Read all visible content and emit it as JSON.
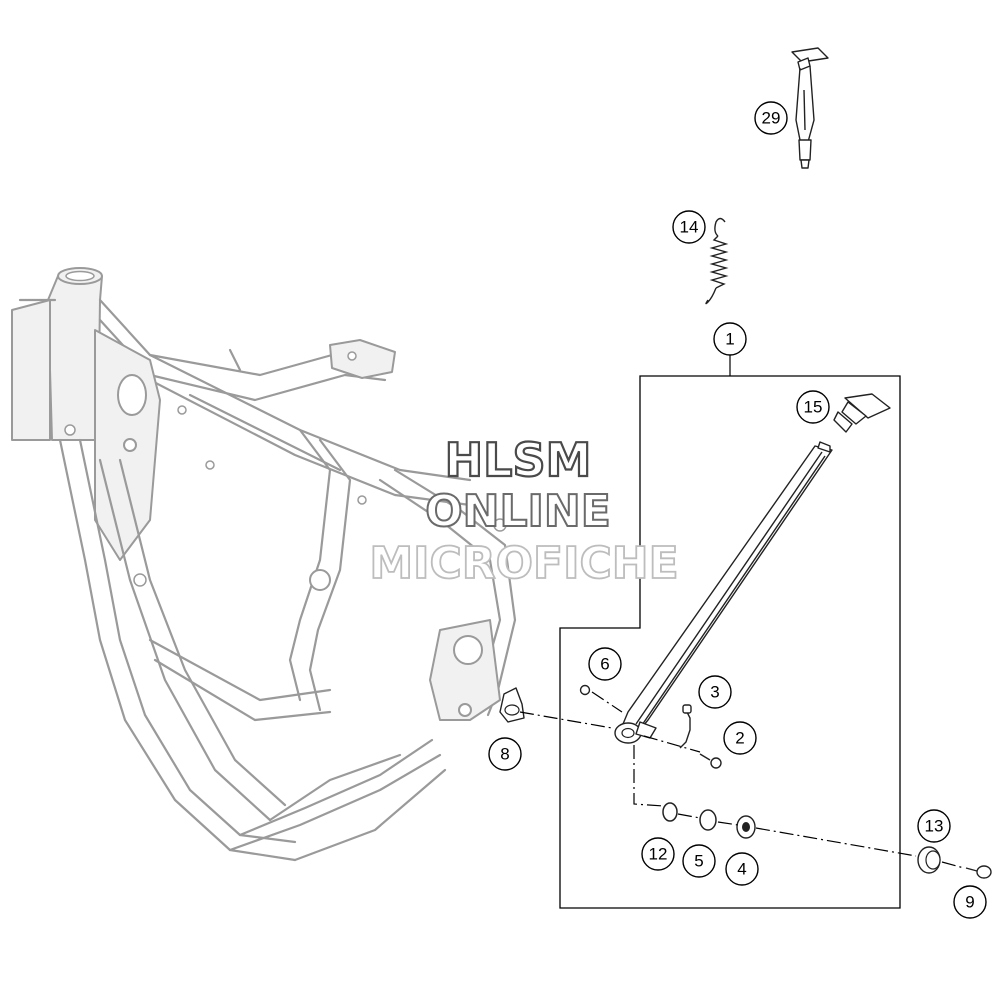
{
  "watermark": {
    "line1": "HLSM",
    "line2": "ONLINE",
    "line3": "MICROFICHE"
  },
  "callouts": [
    {
      "id": "c29",
      "label": "29"
    },
    {
      "id": "c14",
      "label": "14"
    },
    {
      "id": "c1",
      "label": "1"
    },
    {
      "id": "c15",
      "label": "15"
    },
    {
      "id": "c6",
      "label": "6"
    },
    {
      "id": "c3",
      "label": "3"
    },
    {
      "id": "c2",
      "label": "2"
    },
    {
      "id": "c8",
      "label": "8"
    },
    {
      "id": "c13",
      "label": "13"
    },
    {
      "id": "c12",
      "label": "12"
    },
    {
      "id": "c5",
      "label": "5"
    },
    {
      "id": "c4",
      "label": "4"
    },
    {
      "id": "c9",
      "label": "9"
    }
  ]
}
